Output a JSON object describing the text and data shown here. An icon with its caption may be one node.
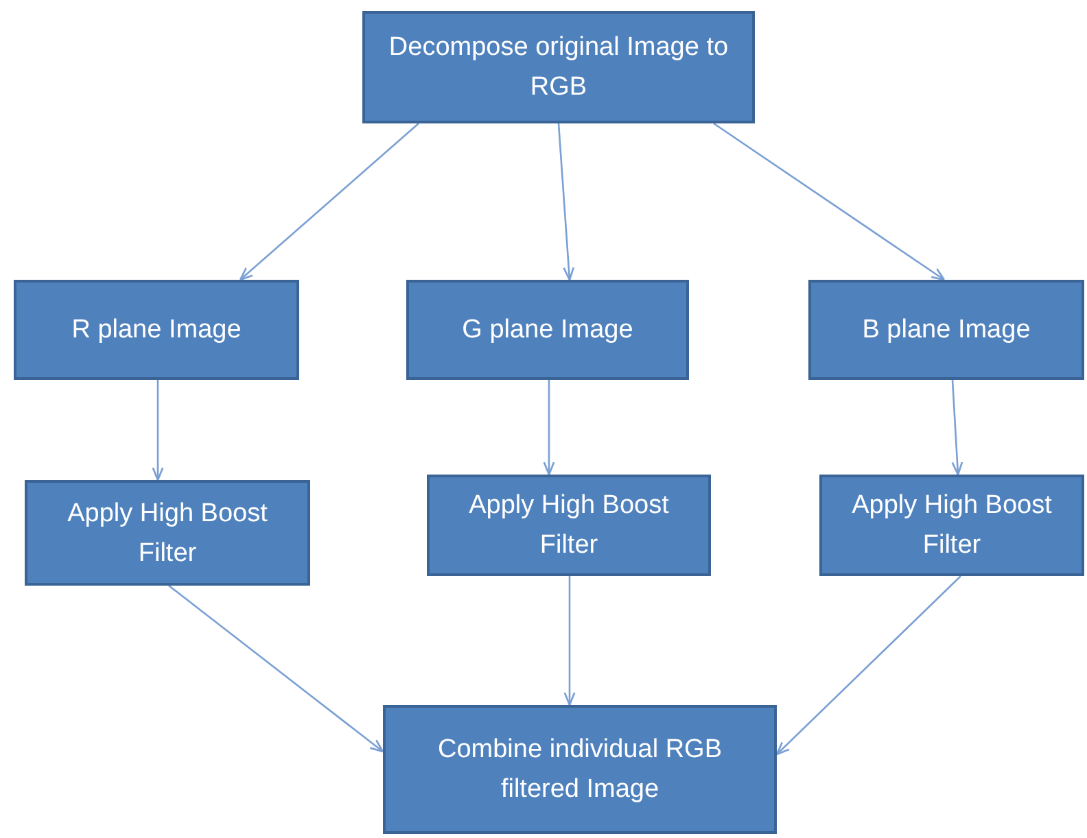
{
  "diagram": {
    "nodes": [
      {
        "text": [
          "Decompose original Image to RGB"
        ]
      },
      {
        "text": [
          "R plane Image"
        ]
      },
      {
        "text": [
          "G plane Image"
        ]
      },
      {
        "text": [
          "B plane Image"
        ]
      },
      {
        "text": [
          "Apply High Boost Filter"
        ]
      },
      {
        "text": [
          "Apply High Boost Filter"
        ]
      },
      {
        "text": [
          "Apply High Boost Filter"
        ]
      },
      {
        "text": [
          "Combine individual RGB filtered Image"
        ]
      }
    ],
    "edges": [
      {
        "from": 0,
        "to": 1,
        "arrow": "to"
      },
      {
        "from": 0,
        "to": 2,
        "arrow": "to"
      },
      {
        "from": 0,
        "to": 3,
        "arrow": "to"
      },
      {
        "from": 1,
        "to": 4,
        "arrow": "to"
      },
      {
        "from": 2,
        "to": 5,
        "arrow": "to"
      },
      {
        "from": 3,
        "to": 6,
        "arrow": "to"
      },
      {
        "from": 4,
        "to": 7,
        "arrow": "to"
      },
      {
        "from": 5,
        "to": 7,
        "arrow": "to"
      },
      {
        "from": 6,
        "to": 7,
        "arrow": "to"
      }
    ]
  }
}
